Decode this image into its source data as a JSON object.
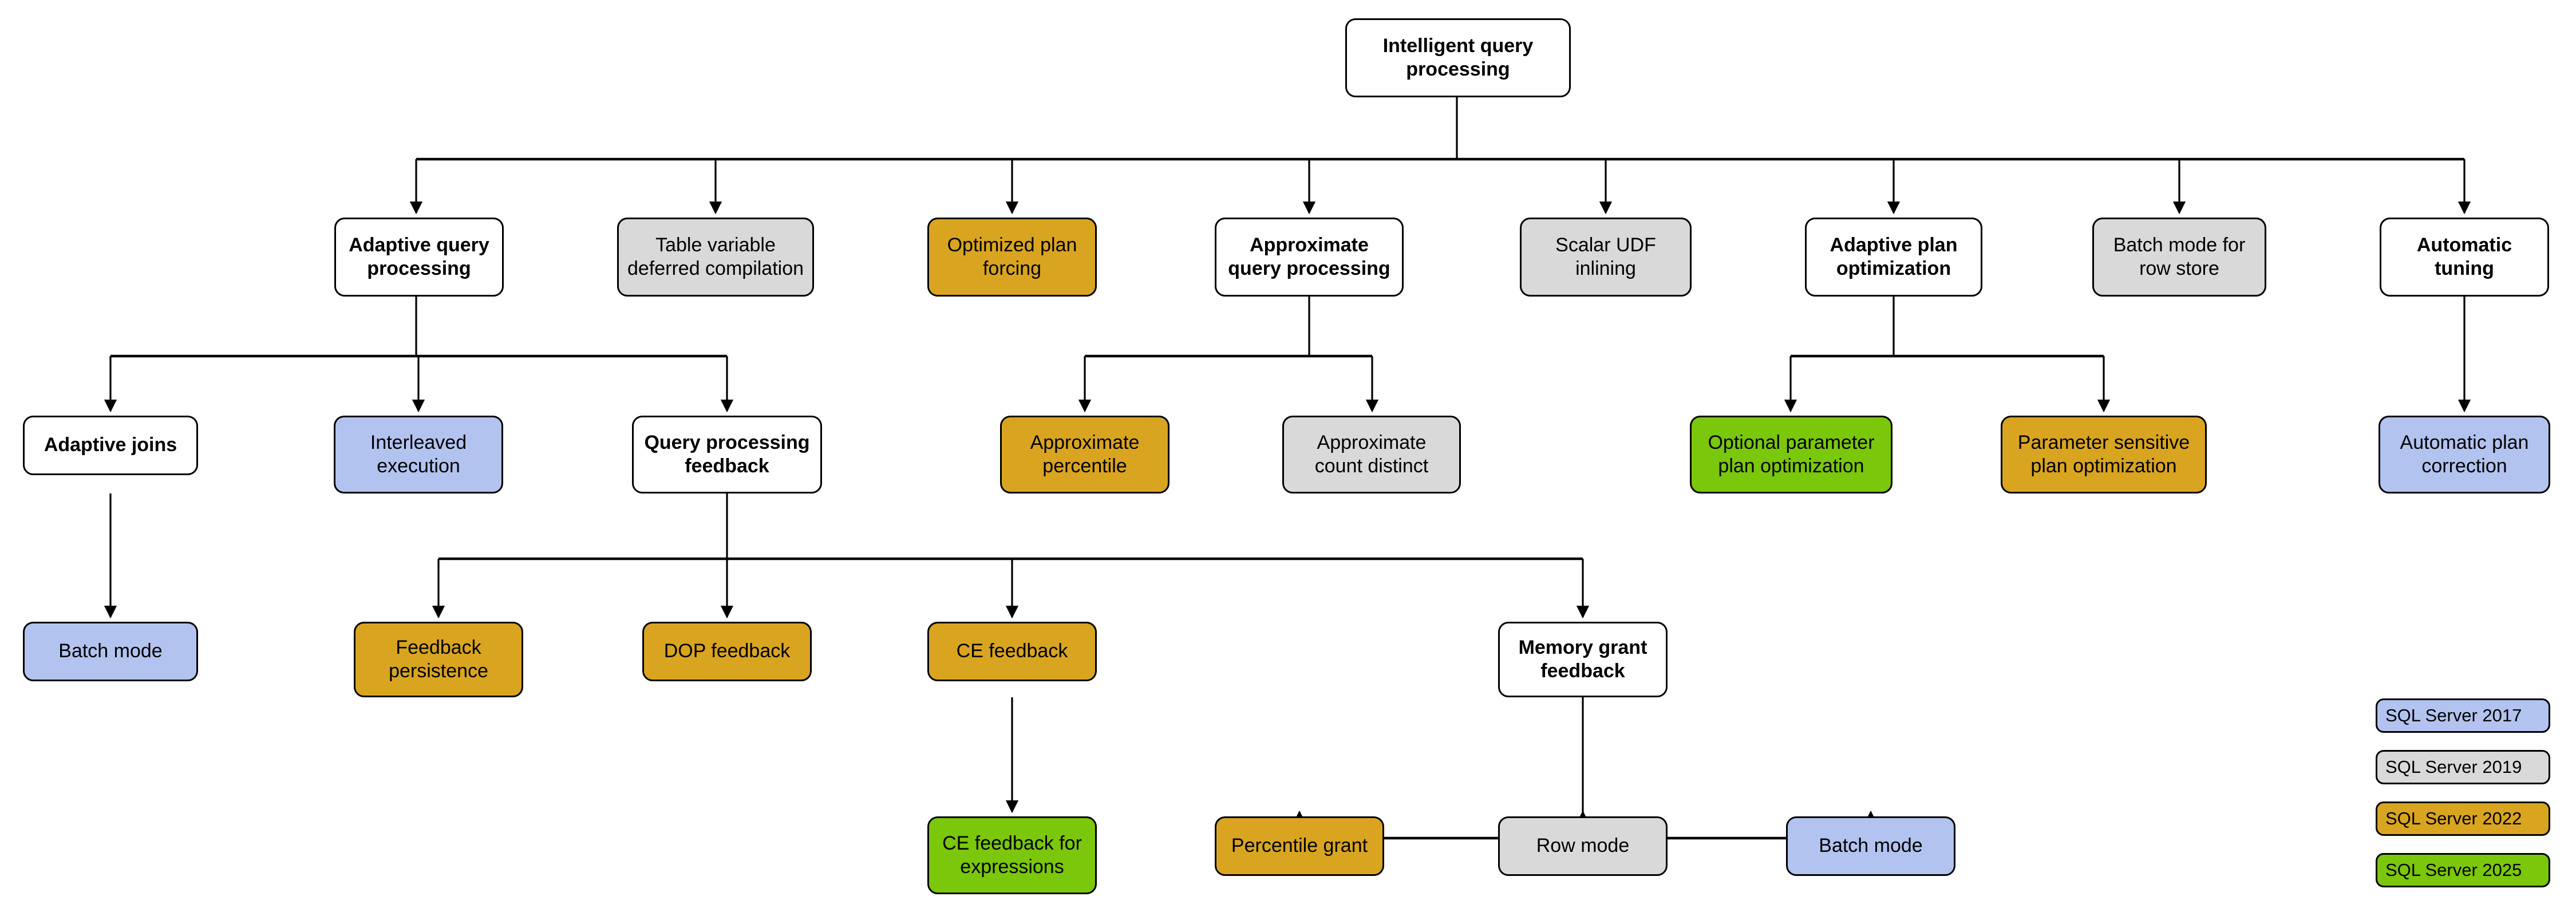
{
  "diagram": {
    "title": "Intelligent query processing",
    "palette": {
      "sql2017": "#b3c3ef",
      "sql2019": "#d9d9d9",
      "sql2022": "#d9a520",
      "sql2025": "#7ac70c",
      "neutral": "#ffffff",
      "stroke": "#000000"
    },
    "nodes": {
      "root": {
        "label": "Intelligent query\nprocessing",
        "version": "white"
      },
      "adaptive_query_processing": {
        "label": "Adaptive query\nprocessing",
        "version": "white"
      },
      "table_variable_deferred_compilation": {
        "label": "Table variable\ndeferred compilation",
        "version": "v2019"
      },
      "optimized_plan_forcing": {
        "label": "Optimized plan\nforcing",
        "version": "v2022"
      },
      "approximate_query_processing": {
        "label": "Approximate\nquery processing",
        "version": "white"
      },
      "scalar_udf_inlining": {
        "label": "Scalar UDF\ninlining",
        "version": "v2019"
      },
      "adaptive_plan_optimization": {
        "label": "Adaptive plan\noptimization",
        "version": "white"
      },
      "batch_mode_for_row_store": {
        "label": "Batch mode for\nrow store",
        "version": "v2019"
      },
      "automatic_tuning": {
        "label": "Automatic\ntuning",
        "version": "white"
      },
      "adaptive_joins": {
        "label": "Adaptive joins",
        "version": "white"
      },
      "interleaved_execution": {
        "label": "Interleaved\nexecution",
        "version": "v2017"
      },
      "query_processing_feedback": {
        "label": "Query processing\nfeedback",
        "version": "white"
      },
      "approximate_percentile": {
        "label": "Approximate\npercentile",
        "version": "v2022"
      },
      "approximate_count_distinct": {
        "label": "Approximate\ncount distinct",
        "version": "v2019"
      },
      "optional_parameter_plan_optimization": {
        "label": "Optional parameter\nplan optimization",
        "version": "v2025"
      },
      "parameter_sensitive_plan_optimization": {
        "label": "Parameter sensitive\nplan optimization",
        "version": "v2022"
      },
      "automatic_plan_correction": {
        "label": "Automatic plan\ncorrection",
        "version": "v2017"
      },
      "batch_mode_adaptive_joins": {
        "label": "Batch mode",
        "version": "v2017"
      },
      "feedback_persistence": {
        "label": "Feedback\npersistence",
        "version": "v2022"
      },
      "dop_feedback": {
        "label": "DOP feedback",
        "version": "v2022"
      },
      "ce_feedback": {
        "label": "CE feedback",
        "version": "v2022"
      },
      "memory_grant_feedback": {
        "label": "Memory grant\nfeedback",
        "version": "white"
      },
      "ce_feedback_for_expressions": {
        "label": "CE feedback for\nexpressions",
        "version": "v2025"
      },
      "percentile_grant": {
        "label": "Percentile grant",
        "version": "v2022"
      },
      "row_mode": {
        "label": "Row mode",
        "version": "v2019"
      },
      "batch_mode_memory_grant": {
        "label": "Batch mode",
        "version": "v2017"
      }
    },
    "legend": [
      {
        "label": "SQL Server 2017",
        "version": "v2017"
      },
      {
        "label": "SQL Server 2019",
        "version": "v2019"
      },
      {
        "label": "SQL Server 2022",
        "version": "v2022"
      },
      {
        "label": "SQL Server 2025",
        "version": "v2025"
      }
    ]
  }
}
